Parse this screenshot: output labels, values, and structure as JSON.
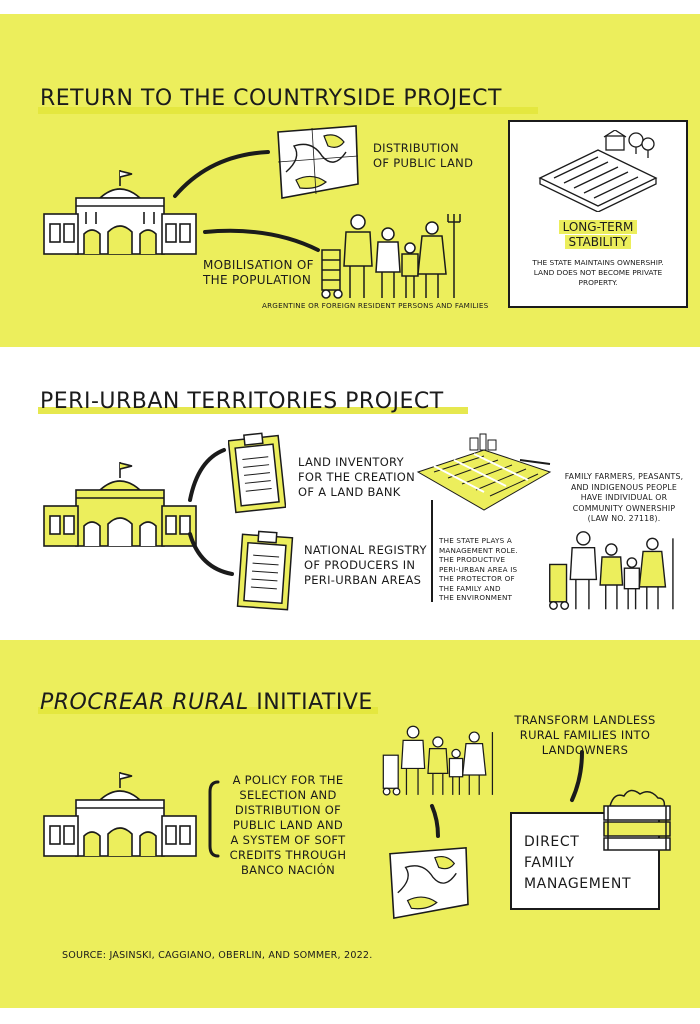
{
  "colors": {
    "yellow": "#ecee5c",
    "ink": "#1b1b1b",
    "highlight": "#e3e53c",
    "white": "#ffffff"
  },
  "section1": {
    "title": "RETURN TO THE COUNTRYSIDE PROJECT",
    "distribution": [
      "DISTRIBUTION",
      "OF PUBLIC LAND"
    ],
    "mobilisation": [
      "MOBILISATION OF",
      "THE POPULATION"
    ],
    "residents": "ARGENTINE OR FOREIGN RESIDENT PERSONS AND FAMILIES",
    "stability_title": [
      "LONG-TERM",
      "STABILITY"
    ],
    "stability_text": [
      "THE STATE MAINTAINS OWNERSHIP.",
      "LAND DOES NOT BECOME PRIVATE",
      "PROPERTY."
    ]
  },
  "section2": {
    "title": "PERI-URBAN TERRITORIES PROJECT",
    "inventory": [
      "LAND INVENTORY",
      "FOR THE CREATION",
      "OF A LAND BANK"
    ],
    "registry": [
      "NATIONAL REGISTRY",
      "OF PRODUCERS IN",
      "PERI-URBAN AREAS"
    ],
    "state_role": [
      "THE STATE PLAYS A",
      "MANAGEMENT ROLE.",
      "THE PRODUCTIVE",
      "PERI-URBAN AREA IS",
      "THE PROTECTOR OF",
      "THE FAMILY AND",
      "THE ENVIRONMENT"
    ],
    "farmers": [
      "FAMILY FARMERS, PEASANTS,",
      "AND INDIGENOUS PEOPLE",
      "HAVE INDIVIDUAL OR",
      "COMMUNITY OWNERSHIP",
      "(LAW NO. 27118)."
    ]
  },
  "section3": {
    "title_italic": "PROCREAR RURAL",
    "title_rest": " INITIATIVE",
    "policy": [
      "A POLICY FOR THE",
      "SELECTION AND",
      "DISTRIBUTION OF",
      "PUBLIC LAND AND",
      "A SYSTEM OF SOFT",
      "CREDITS THROUGH",
      "BANCO NACIÓN"
    ],
    "transform": [
      "TRANSFORM LANDLESS",
      "RURAL FAMILIES INTO",
      "LANDOWNERS"
    ],
    "direct": [
      "DIRECT",
      "FAMILY",
      "MANAGEMENT"
    ]
  },
  "source": "SOURCE: JASINSKI, CAGGIANO, OBERLIN, AND SOMMER, 2022."
}
